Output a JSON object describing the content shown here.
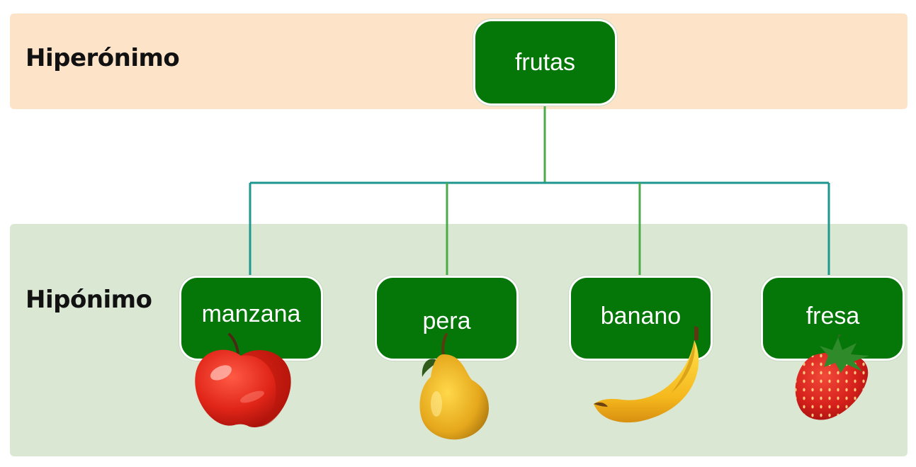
{
  "levels": {
    "top_label": "Hiperónimo",
    "bottom_label": "Hipónimo"
  },
  "root": {
    "label": "frutas"
  },
  "children": [
    {
      "label": "manzana",
      "icon": "apple-icon"
    },
    {
      "label": "pera",
      "icon": "pear-icon"
    },
    {
      "label": "banano",
      "icon": "banana-icon"
    },
    {
      "label": "fresa",
      "icon": "strawberry-icon"
    }
  ],
  "colors": {
    "top_band": "#fde3c8",
    "bottom_band": "#dae8d3",
    "node_fill": "#057708",
    "connector_green": "#4aab48",
    "connector_teal": "#1e978e"
  }
}
